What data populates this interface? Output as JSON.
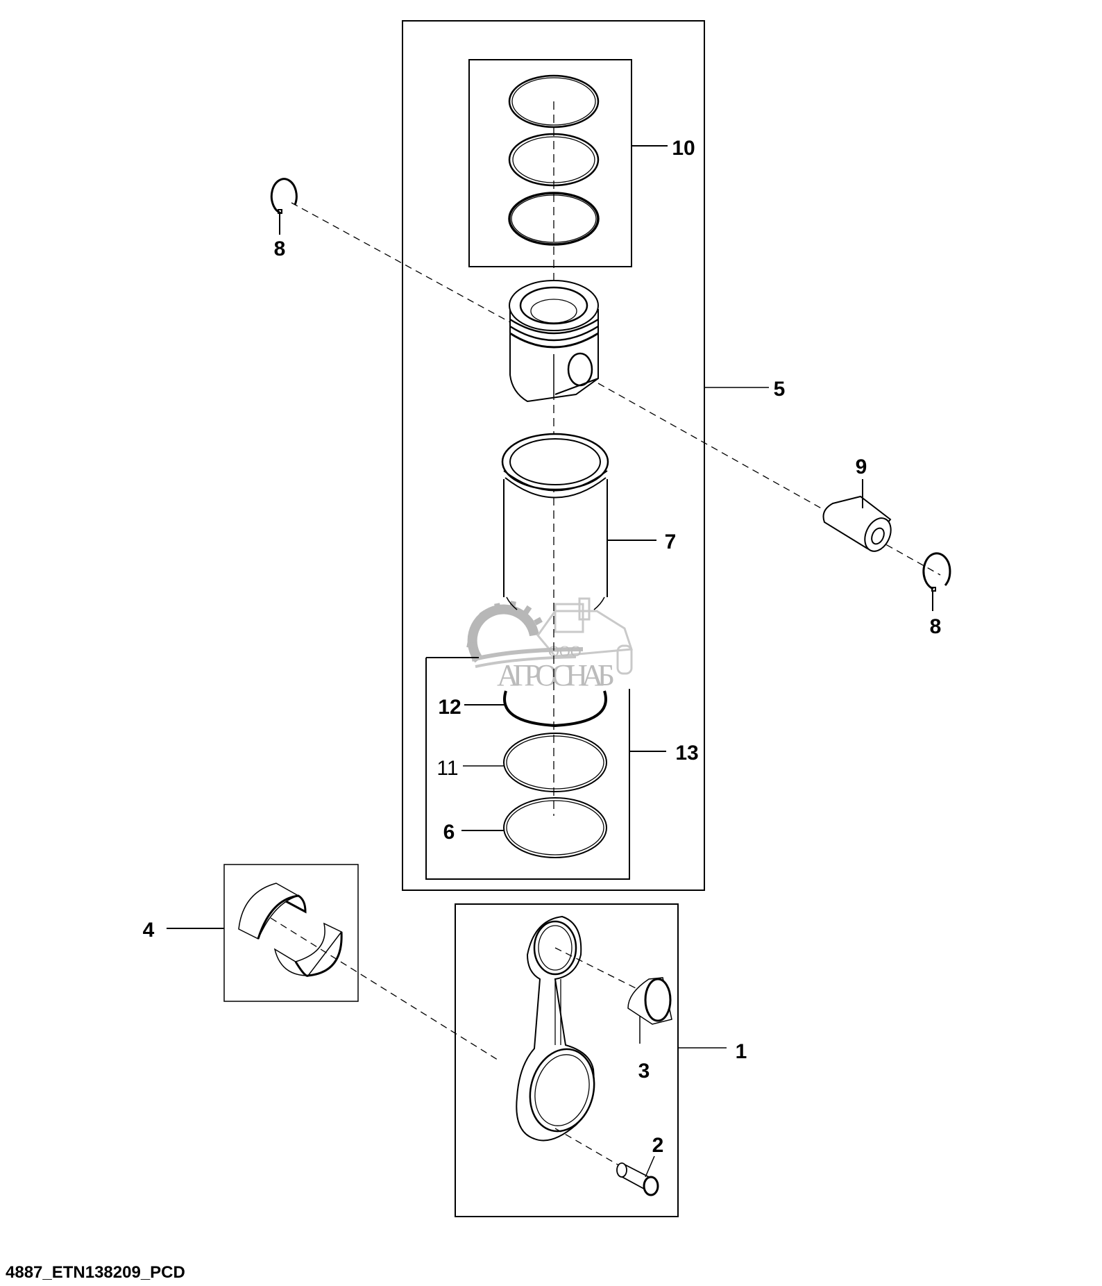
{
  "diagram": {
    "figure_id": "4887_ETN138209_PCD",
    "watermark": {
      "prefix": "ООО",
      "name": "АГРОСНАБ"
    },
    "callouts": [
      {
        "id": "c1",
        "label": "1"
      },
      {
        "id": "c2",
        "label": "2"
      },
      {
        "id": "c3",
        "label": "3"
      },
      {
        "id": "c4",
        "label": "4"
      },
      {
        "id": "c5",
        "label": "5"
      },
      {
        "id": "c6",
        "label": "6"
      },
      {
        "id": "c7",
        "label": "7"
      },
      {
        "id": "c8a",
        "label": "8"
      },
      {
        "id": "c8b",
        "label": "8"
      },
      {
        "id": "c9",
        "label": "9"
      },
      {
        "id": "c10",
        "label": "10"
      },
      {
        "id": "c11",
        "label": "11"
      },
      {
        "id": "c12",
        "label": "12"
      },
      {
        "id": "c13",
        "label": "13"
      }
    ]
  }
}
